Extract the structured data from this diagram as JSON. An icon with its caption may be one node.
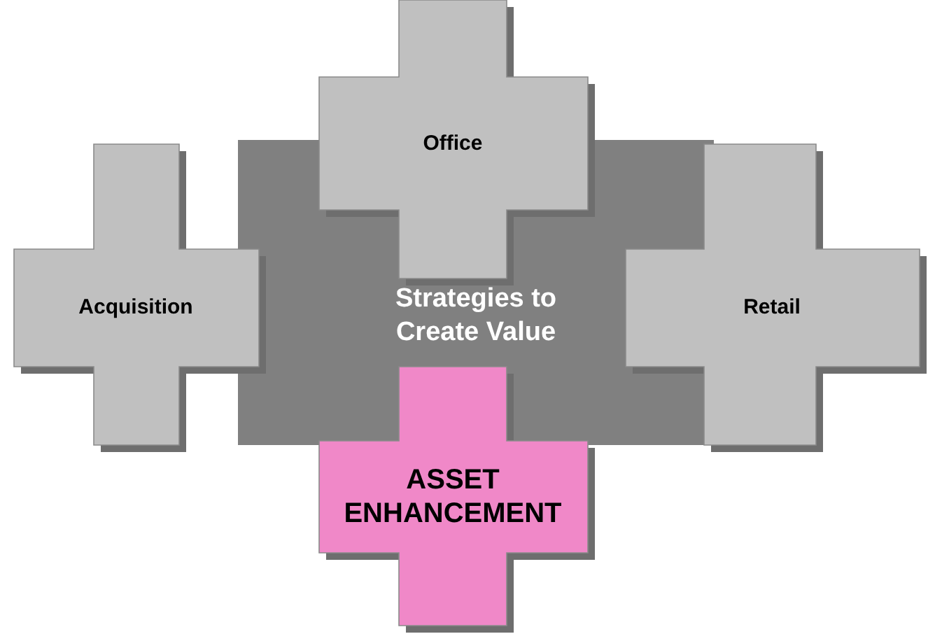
{
  "diagram": {
    "nodes": [
      {
        "text": [
          "Office"
        ]
      },
      {
        "text": [
          "Acquisition"
        ]
      },
      {
        "text": [
          "Strategies to Create Value"
        ]
      },
      {
        "text": [
          "Retail"
        ]
      },
      {
        "text": [
          "ASSET ENHANCEMENT"
        ]
      }
    ]
  }
}
